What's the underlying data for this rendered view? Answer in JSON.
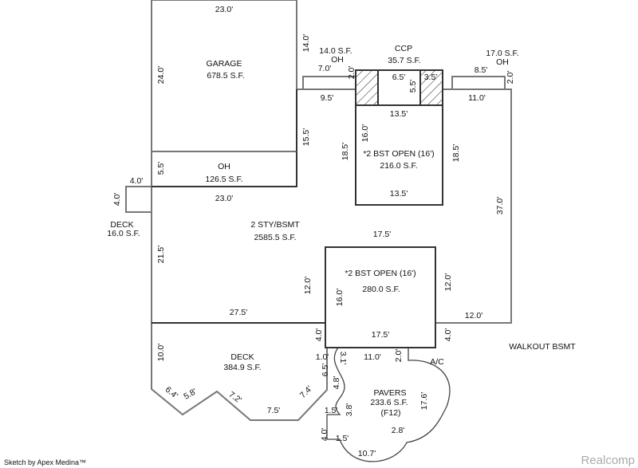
{
  "rooms": {
    "garage": {
      "name": "GARAGE",
      "area": "678.5 S.F."
    },
    "oh_garage": {
      "name": "OH",
      "area": "126.5 S.F."
    },
    "oh_left": {
      "area": "14.0 S.F.",
      "name": "OH"
    },
    "ccp": {
      "name": "CCP",
      "area": "35.7 S.F."
    },
    "oh_right": {
      "area": "17.0 S.F.",
      "name": "OH"
    },
    "bst_open_1": {
      "name": "*2 BST OPEN (16')",
      "area": "216.0 S.F."
    },
    "deck_small": {
      "name": "DECK",
      "area": "16.0 S.F."
    },
    "main": {
      "name": "2 STY/BSMT",
      "area": "2585.5 S.F."
    },
    "bst_open_2": {
      "name": "*2 BST OPEN (16')",
      "area": "280.0 S.F."
    },
    "deck_large": {
      "name": "DECK",
      "area": "384.9 S.F."
    },
    "pavers": {
      "name": "PAVERS",
      "area": "233.6 S.F.",
      "code": "(F12)"
    },
    "walkout": {
      "name": "WALKOUT BSMT"
    },
    "ac": {
      "name": "A/C"
    }
  },
  "dims": {
    "garage_top": "23.0'",
    "garage_left": "24.0'",
    "garage_right": "14.0'",
    "garage_right2": "15.5'",
    "oh_left_side": "5.5'",
    "oh_bottom": "23.0'",
    "ohl_top": "7.0'",
    "ohl_side": "2.0'",
    "ohl_bottom": "9.5'",
    "ccp_mid": "6.5'",
    "ccp_side": "5.5'",
    "ccp_right": "3.5'",
    "ccp_bottom": "13.5'",
    "ohr_top": "8.5'",
    "ohr_side": "2.0'",
    "ohr_bottom": "11.0'",
    "bst1_inner": "16.0'",
    "bst1_left": "18.5'",
    "bst1_right": "18.5'",
    "bst1_bottom": "13.5'",
    "right_wall": "37.0'",
    "deck_s_top": "4.0'",
    "deck_s_side": "4.0'",
    "left_wall": "21.5'",
    "mid_span": "17.5'",
    "bst2_left": "12.0'",
    "bst2_inner": "16.0'",
    "bst2_right": "12.0'",
    "bst2_bottom": "17.5'",
    "bottom_left": "27.5'",
    "bottom_right": "12.0'",
    "step_left": "4.0'",
    "step_right": "4.0'",
    "deck_left": "10.0'",
    "d_a": "6.4'",
    "d_b": "5.8'",
    "d_c": "7.2'",
    "d_d": "7.5'",
    "d_e": "7.4'",
    "d_f": "1.0'",
    "d_g": "6.5'",
    "d_h": "4.8'",
    "p_a": "3.1'",
    "p_b": "11.0'",
    "p_c": "2.0'",
    "p_d": "17.6'",
    "p_e": "3.8'",
    "p_f": "1.5'",
    "p_g": "1.5'",
    "p_h": "4.0'",
    "p_i": "2.8'",
    "p_j": "10.7'"
  },
  "footer": {
    "credit": "Sketch by Apex Medina™",
    "watermark": "Realcomp"
  },
  "colors": {
    "outer_wall": "#777777",
    "inner_wall": "#333333"
  }
}
